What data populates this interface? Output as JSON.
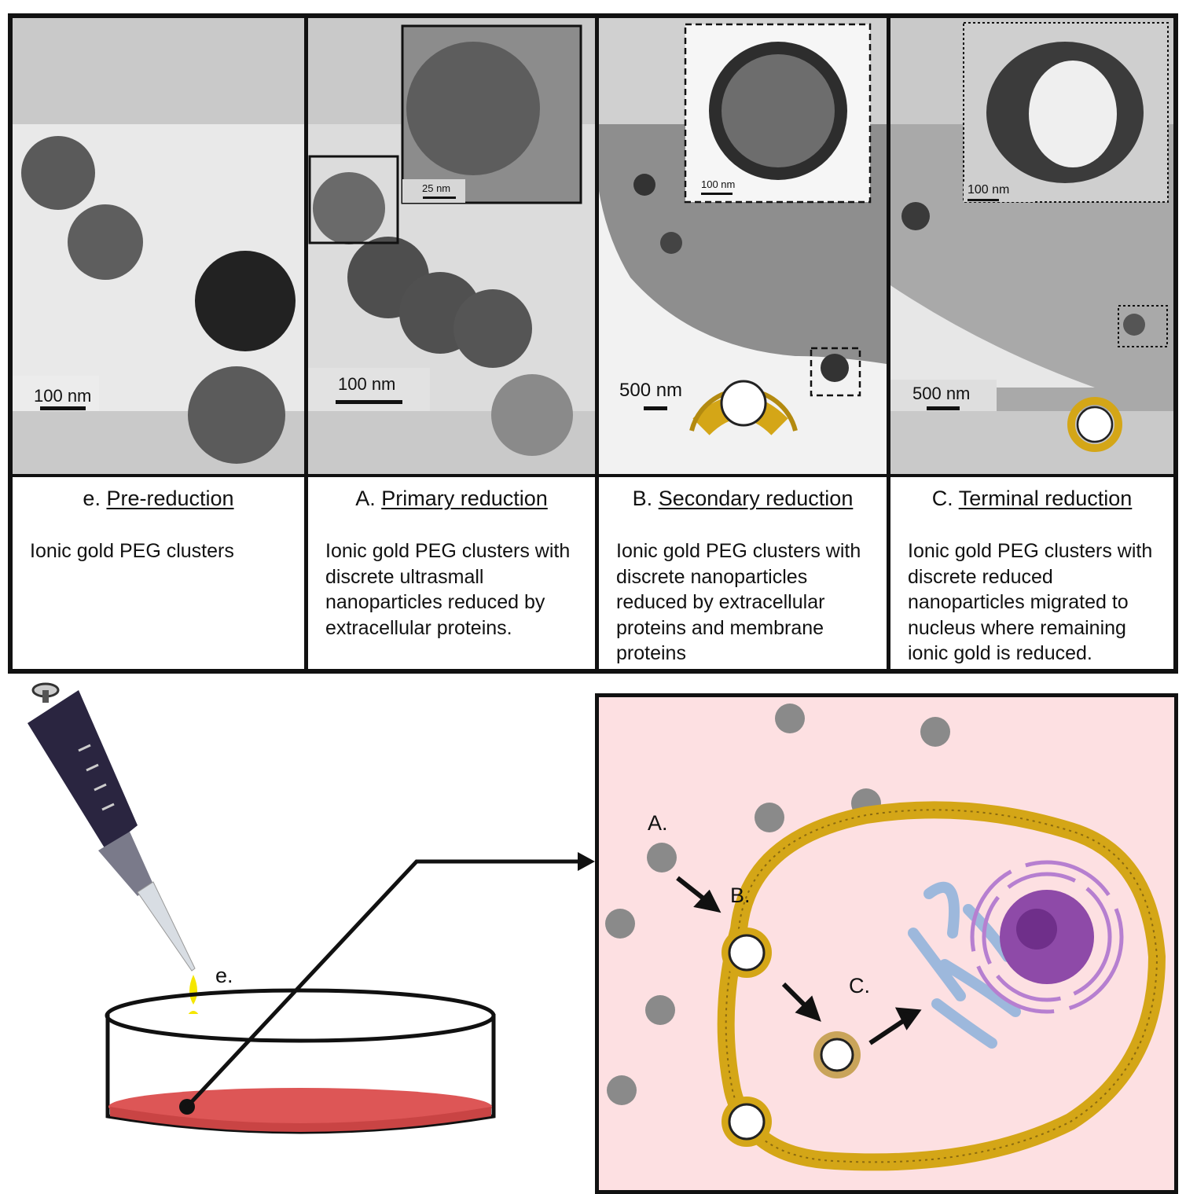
{
  "panels": [
    {
      "letter": "e.",
      "title": "Pre-reduction",
      "description": "Ionic gold PEG clusters",
      "scale_label": "100 nm"
    },
    {
      "letter": "A.",
      "title": "Primary reduction",
      "description": "Ionic gold PEG clusters with discrete ultrasmall nanoparticles reduced by extracellular proteins.",
      "scale_label": "100 nm",
      "inset_scale_label": "25 nm"
    },
    {
      "letter": "B.",
      "title": "Secondary reduction",
      "description": "Ionic gold PEG clusters with discrete nanoparticles reduced by extracellular proteins and membrane proteins",
      "scale_label": "500 nm",
      "inset_scale_label": "100 nm"
    },
    {
      "letter": "C.",
      "title": "Terminal reduction",
      "description": "Ionic gold PEG clusters with discrete reduced nanoparticles migrated to nucleus where remaining ionic gold is reduced.",
      "scale_label": "500 nm",
      "inset_scale_label": "100 nm"
    }
  ],
  "schematic": {
    "dish_label": "e.",
    "stage_labels": [
      "A.",
      "B.",
      "C."
    ],
    "colors": {
      "medium": "#fde0e2",
      "membrane": "#d4a617",
      "nucleus": "#8e4aa8",
      "er": "#9db8dc",
      "media_red": "#dd5656",
      "pipette": "#2a2540",
      "droplet": "#f5e600"
    }
  }
}
